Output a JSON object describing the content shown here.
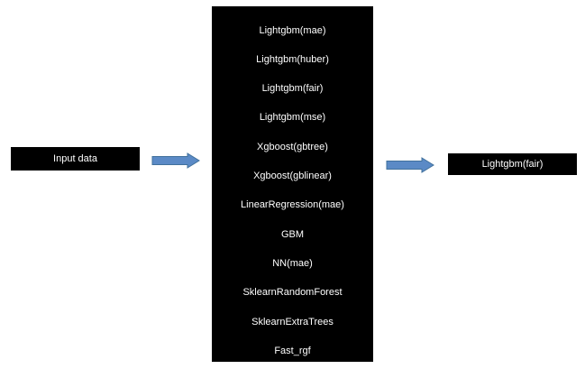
{
  "input": {
    "label": "Input data"
  },
  "models": [
    "Lightgbm(mae)",
    "Lightgbm(huber)",
    "Lightgbm(fair)",
    "Lightgbm(mse)",
    "Xgboost(gbtree)",
    "Xgboost(gblinear)",
    "LinearRegression(mae)",
    "GBM",
    "NN(mae)",
    "SklearnRandomForest",
    "SklearnExtraTrees",
    "Fast_rgf"
  ],
  "output": {
    "label": "Lightgbm(fair)"
  },
  "colors": {
    "box_fill": "#000000",
    "box_text": "#ffffff",
    "arrow_fill": "#5b8ac6",
    "arrow_stroke": "#41719c",
    "background": "#ffffff"
  }
}
